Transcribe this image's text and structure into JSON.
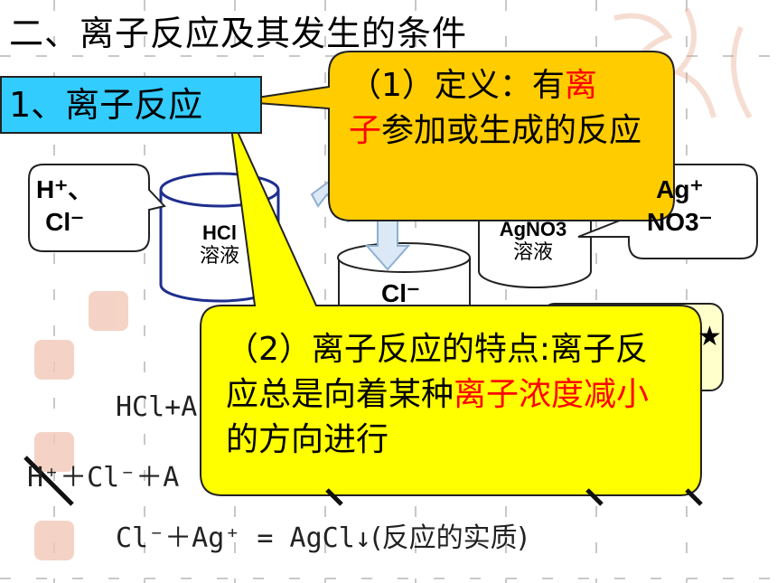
{
  "title": "二、离子反应及其发生的条件",
  "subtitle_box": "1、离子反应",
  "ions_left": {
    "line1": "H⁺、",
    "line2": "Cl⁻"
  },
  "ions_right": {
    "line1": "Ag⁺",
    "line2": "NO3⁻"
  },
  "beaker_hcl": {
    "formula": "HCl",
    "label": "溶液"
  },
  "beaker_agno3": {
    "formula": "AgNO3",
    "label": "溶液"
  },
  "beaker_mid_partial": "Cl⁻",
  "bubble_definition": {
    "part1": "（1）定义：有",
    "red1": "离",
    "red2": "子",
    "part2": "参加或生成的反应"
  },
  "bubble_feature": {
    "part1": "（2）离子反应的特点:离子反应总是向着某种",
    "red": "离子浓度减小",
    "part2": "的方向进行"
  },
  "equation_1_partial": "HCl+A",
  "equation_2_partial": "H⁺＋Cl⁻＋A",
  "equation_3": {
    "expr": "Cl⁻＋Ag⁺ = AgCl↓",
    "note": "(反应的实质)"
  },
  "colors": {
    "cyan_box": "#33ccff",
    "orange_bubble": "#ffcc00",
    "yellow_bubble": "#ffff00",
    "red_text": "#ff0000"
  }
}
